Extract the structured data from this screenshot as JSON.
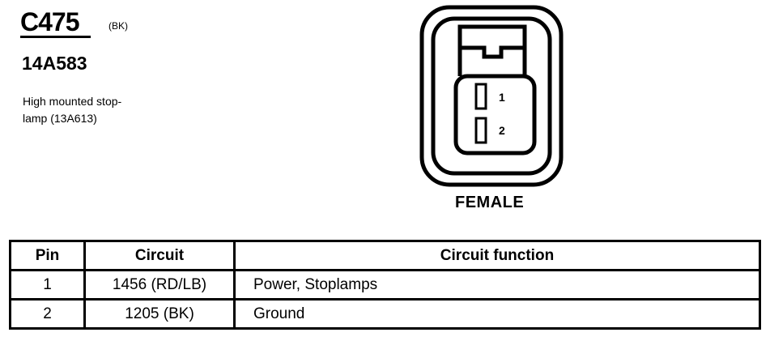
{
  "connector": {
    "id": "C475",
    "color": "(BK)",
    "part_number": "14A583",
    "description_line1": "High mounted stop-",
    "description_line2": "lamp (13A613)",
    "gender": "FEMALE",
    "pin_labels": [
      "1",
      "2"
    ]
  },
  "table": {
    "headers": [
      "Pin",
      "Circuit",
      "Circuit function"
    ],
    "rows": [
      {
        "pin": "1",
        "circuit": "1456 (RD/LB)",
        "function": "Power, Stoplamps"
      },
      {
        "pin": "2",
        "circuit": "1205 (BK)",
        "function": "Ground"
      }
    ]
  }
}
